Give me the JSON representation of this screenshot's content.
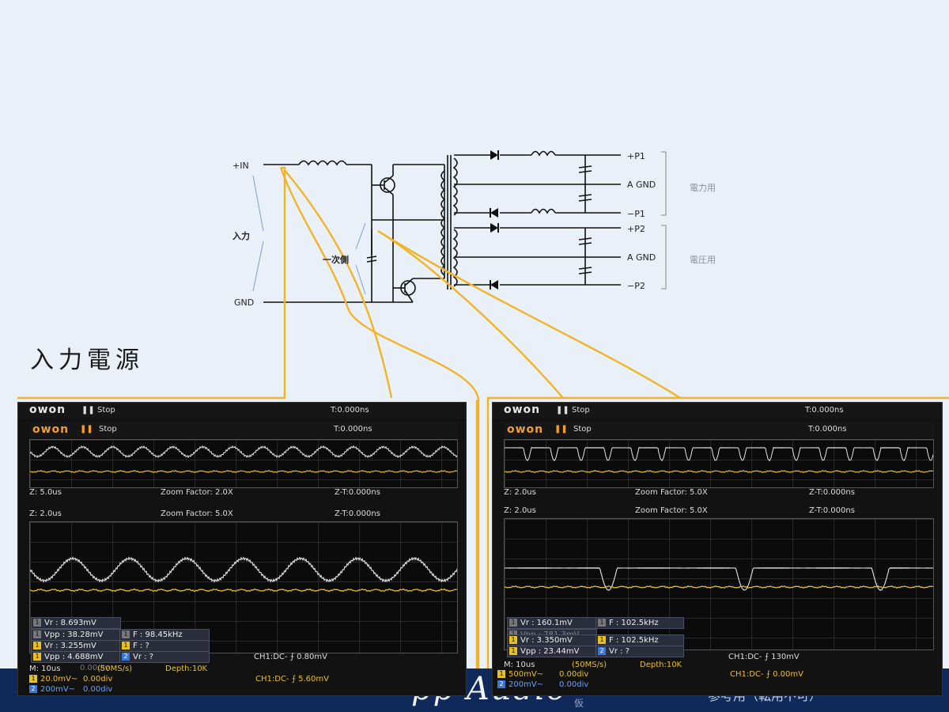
{
  "colors": {
    "accent": "#f0b429",
    "slide_bg": "#eaf0f8",
    "band": "#0f2a5a",
    "trace_ch1": "#e8c020",
    "trace_ch2": "#e6e6e6"
  },
  "slide": {
    "title": "入力電源",
    "brand": "pp Audio",
    "reference_note": "参考用（転用不可）",
    "version_note": "仮"
  },
  "schematic": {
    "in_plus": "+IN",
    "gnd": "GND",
    "input": "入力",
    "primary": "一次側",
    "outputs": [
      "+P1",
      "A GND",
      "−P1",
      "+P2",
      "A GND",
      "−P2"
    ],
    "group_power": "電力用",
    "group_voltage": "電圧用"
  },
  "scope_left": {
    "logo": "owon",
    "run_state": "Stop",
    "trigger_time": "T:0.000ns",
    "inner_trigger_time": "T:0.000ns",
    "zoom1": {
      "z": "Z: 5.0us",
      "factor": "Zoom Factor: 2.0X",
      "zt": "Z-T:0.000ns"
    },
    "zoom2": {
      "z": "Z: 2.0us",
      "factor": "Zoom Factor: 5.0X",
      "zt": "Z-T:0.000ns"
    },
    "meas": {
      "vr_gray": "Vr : 8.693mV",
      "vpp_gray": "Vpp : 38.28mV",
      "f_gray": "F : 98.45kHz",
      "vr1": "Vr : 3.255mV",
      "f1": "F :    ?",
      "vpp1": "Vpp : 4.688mV",
      "vr2": "Vr :     ?"
    },
    "status": {
      "m": "M: 10us",
      "rate": "(50MS/s)",
      "depth": "Depth:10K",
      "ch1_top": "CH1:DC- ⨍ 0.80mV",
      "ch1": "CH1:DC- ⨍ 5.60mV",
      "ch1_scale": "20.0mV~",
      "ch1_off": "0.00div",
      "ch2_scale": "200mV~",
      "ch2_off": "0.00div",
      "ghost_off": "0.00div"
    }
  },
  "scope_right": {
    "logo": "owon",
    "run_state": "Stop",
    "trigger_time": "T:0.000ns",
    "inner_trigger_time": "T:0.000ns",
    "zoom1": {
      "z": "Z: 2.0us",
      "factor": "Zoom Factor: 5.0X",
      "zt": "Z-T:0.000ns"
    },
    "zoom2": {
      "z": "Z: 2.0us",
      "factor": "Zoom Factor: 5.0X",
      "zt": "Z-T:0.000ns"
    },
    "meas": {
      "vr_gray": "Vr : 160.1mV",
      "f_gray": "F : 102.5kHz",
      "vpp_gray": "Vpp : 781.3mV",
      "vr1": "Vr : 3.350mV",
      "f1": "F : 102.5kHz",
      "vpp1": "Vpp : 23.44mV",
      "vr2": "Vr :     ?"
    },
    "status": {
      "m": "M: 10us",
      "rate": "(50MS/s)",
      "depth": "Depth:10K",
      "ch1_top": "CH1:DC- ⨍ 130mV",
      "ch1": "CH1:DC- ⨍ 0.00mV",
      "ch1_scale": "500mV~",
      "ch1_off": "0.00div",
      "ch2_scale": "200mV~",
      "ch2_off": "0.00div"
    }
  }
}
